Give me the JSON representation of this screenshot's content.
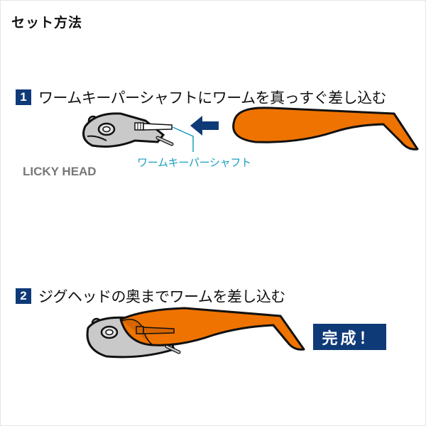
{
  "page": {
    "title": "セット方法"
  },
  "steps": [
    {
      "number": "1",
      "text": "ワームキーパーシャフトにワームを真っすぐ差し込む"
    },
    {
      "number": "2",
      "text": "ジグヘッドの奥までワームを差し込む"
    }
  ],
  "labels": {
    "brand": "LICKY HEAD",
    "shaft_callout": "ワームキーパーシャフト",
    "done": "完成！"
  },
  "colors": {
    "navy": "#0f3a78",
    "worm_orange": "#ef7300",
    "callout_cyan": "#1a9fc0",
    "head_gray": "#c9c9c9"
  }
}
